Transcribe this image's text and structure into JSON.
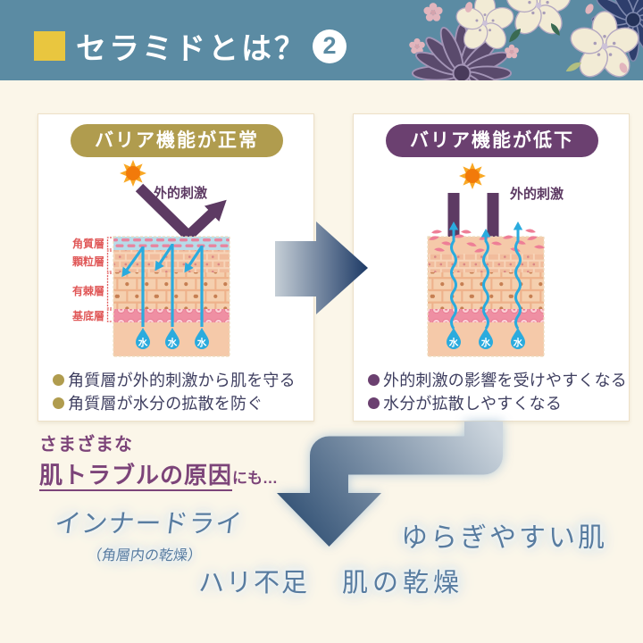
{
  "header": {
    "title": "セラミドとは？",
    "badge": "2"
  },
  "panels": {
    "normal": {
      "title": "バリア機能が正常",
      "stimulus_label": "外的刺激",
      "layer_labels": [
        "角質層",
        "顆粒層",
        "有棘層",
        "基底層"
      ],
      "water_label": "水",
      "bullets": [
        "角質層が外的刺激から肌を守る",
        "角質層が水分の拡散を防ぐ"
      ]
    },
    "degraded": {
      "title": "バリア機能が低下",
      "stimulus_label": "外的刺激",
      "water_label": "水",
      "bullets": [
        "外的刺激の影響を受けやすくなる",
        "水分が拡散しやすくなる"
      ]
    }
  },
  "bottom": {
    "lead_line1": "さまざまな",
    "lead_emphasis": "肌トラブルの原因",
    "lead_rest": "にも…",
    "troubles": {
      "inner_dry": {
        "label": "インナードライ",
        "sub": "（角層内の乾燥）"
      },
      "unstable": {
        "label": "ゆらぎやすい肌"
      },
      "firmness": {
        "label": "ハリ不足"
      },
      "dryness": {
        "label": "肌の乾燥"
      }
    }
  },
  "colors": {
    "header_bg": "#5b8ba3",
    "accent_yellow": "#e9c63f",
    "background_cream": "#fbf6e9",
    "normal_accent": "#b09c4e",
    "degraded_accent": "#6b4070",
    "text_navy": "#3f3f60",
    "label_red": "#e05858",
    "stimulus_purple": "#5d3a63",
    "water_blue": "#2aabde",
    "lead_purple": "#7c4479",
    "trouble_blue": "#587ca0"
  }
}
